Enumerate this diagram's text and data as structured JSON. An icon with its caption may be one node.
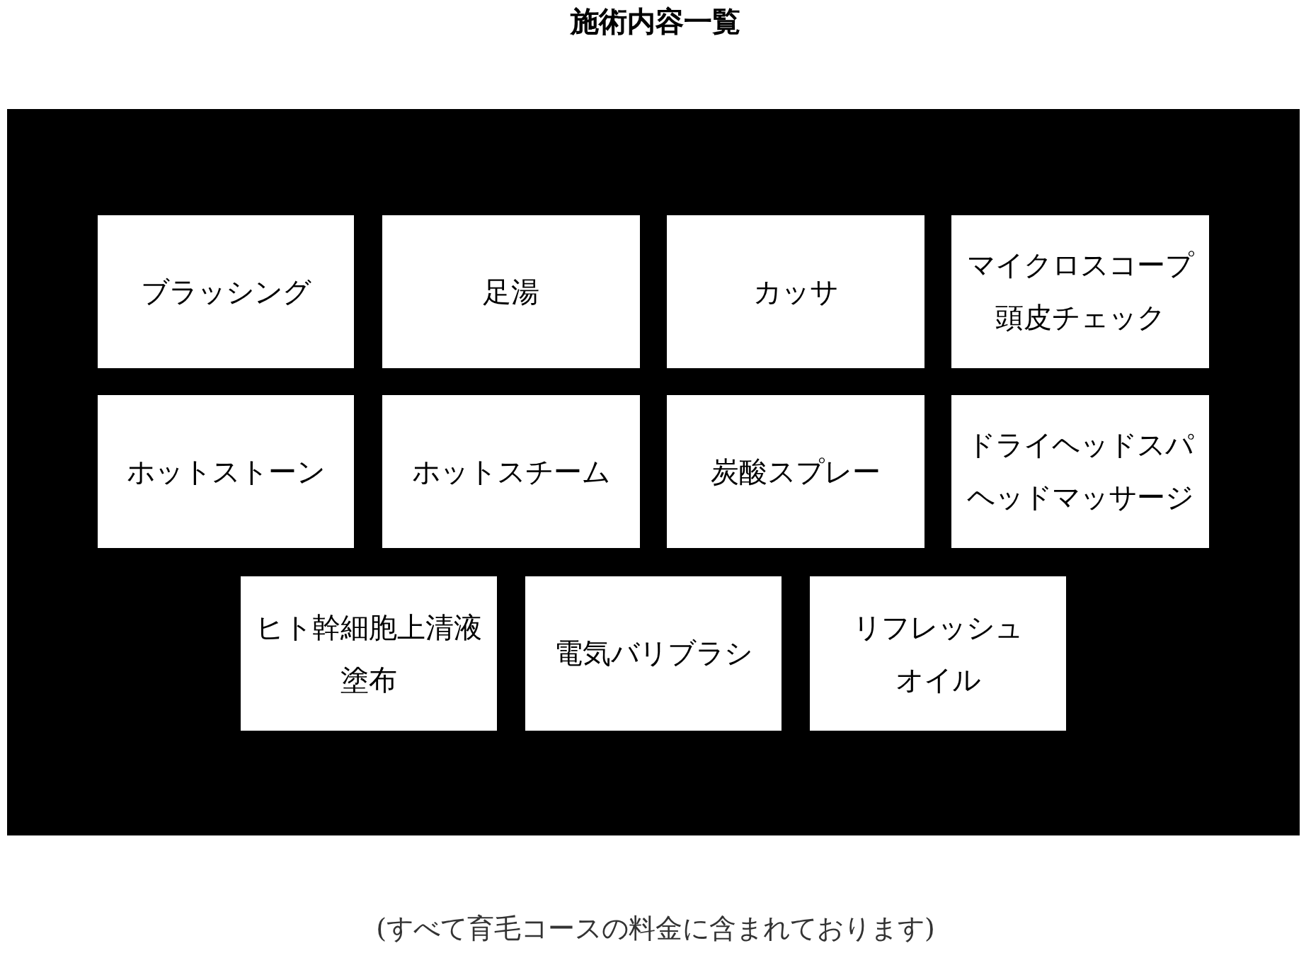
{
  "diagram": {
    "title": "施術内容一覧",
    "caption": "(すべて育毛コースの料金に含まれております)",
    "nodes": [
      {
        "text": [],
        "shape": "box"
      },
      {
        "text": [
          "ブラッシング"
        ],
        "in": 0
      },
      {
        "text": [
          "足湯"
        ],
        "in": 0
      },
      {
        "text": [
          "カッサ"
        ],
        "in": 0
      },
      {
        "text": [
          "マイクロスコープ頭皮チェック"
        ],
        "in": 0
      },
      {
        "text": [
          "ホットストーン"
        ],
        "in": 0
      },
      {
        "text": [
          "ホットスチーム"
        ],
        "in": 0
      },
      {
        "text": [
          "炭酸スプレー"
        ],
        "in": 0
      },
      {
        "text": [
          "ドライヘッドスパヘッドマッサージ"
        ],
        "in": 0
      },
      {
        "text": [
          "ヒト幹細胞上清液塗布"
        ],
        "in": 0
      },
      {
        "text": [
          "電気バリブラシ"
        ],
        "in": 0
      },
      {
        "text": [
          "リフレッシュオイル"
        ],
        "in": 0
      }
    ]
  }
}
